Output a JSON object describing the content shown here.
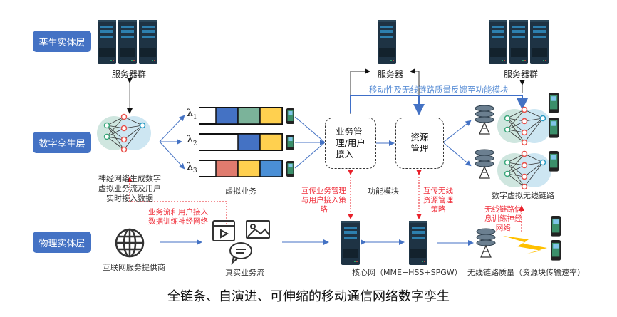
{
  "layers": {
    "twin_entity": "孪生实体层",
    "digital_twin": "数字孪生层",
    "physical_entity": "物理实体层"
  },
  "labels": {
    "server_cluster_left": "服务器群",
    "server_mid": "服务器",
    "server_cluster_right": "服务器群",
    "feedback": "移动性及无线链路质量反馈至功能模块",
    "nn_generate": [
      "神经网络生成数字",
      "虚拟业务流及用户",
      "实时接入数据"
    ],
    "virtual_service": "虚拟业务",
    "service_mgmt_box": [
      "业务管",
      "理/用户",
      "接入"
    ],
    "resource_mgmt_box": [
      "资源",
      "管理"
    ],
    "function_module": "功能模块",
    "exchange_service": [
      "互传业务管理",
      "与用户接入策",
      "略"
    ],
    "exchange_wireless": [
      "互传无线",
      "资源管理",
      "策略"
    ],
    "digital_virtual_link": "数字虚拟无线链路",
    "wireless_train": [
      "无线链路信",
      "息训练神经",
      "网络"
    ],
    "service_train": [
      "业务流和用户接入",
      "数据训练神经网络"
    ],
    "isp": "互联网服务提供商",
    "real_service": "真实业务流",
    "core_network": "核心网（MME+HSS+SPGW）",
    "wireless_quality": "无线链路质量（资源块传输速率）"
  },
  "lambdas": [
    {
      "symbol": "λ",
      "sub": "1"
    },
    {
      "symbol": "λ",
      "sub": "2"
    },
    {
      "symbol": "λ",
      "sub": "3"
    }
  ],
  "queues": [
    {
      "blocks": [
        "#4472c4",
        "#7bb39a",
        "#ffd04f"
      ]
    },
    {
      "blocks": [
        "#4472c4",
        "#ffd04f"
      ]
    },
    {
      "blocks": [
        "#e07b6e",
        "#ffd04f",
        "#4a8fd6"
      ]
    }
  ],
  "colors": {
    "layer_bg": "#4472c4",
    "arrow_blue": "#4472c4",
    "feedback_line": "#3f6fc8",
    "red_dashed": "#e8202a",
    "lightning": "#ffc000",
    "server_dark": "#1e3344",
    "server_stripe": "#2d7fae"
  },
  "title": "全链条、自演进、可伸缩的移动通信网络数字孪生"
}
